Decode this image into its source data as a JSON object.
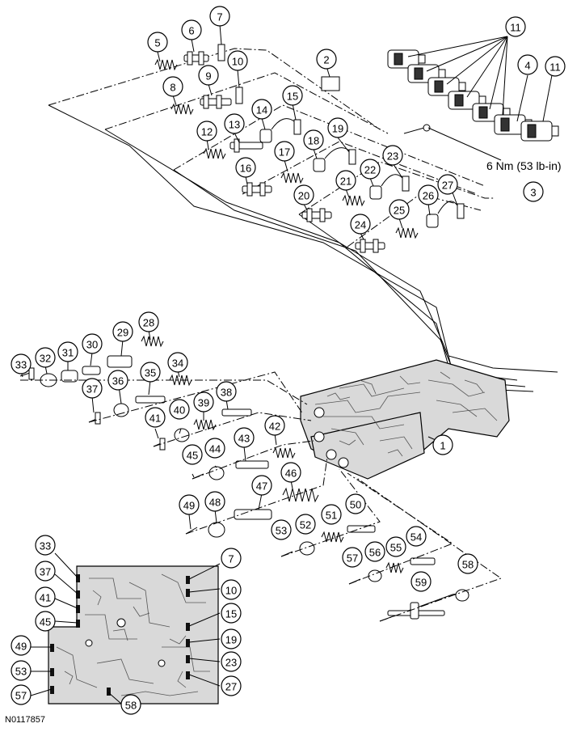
{
  "figure": {
    "reference_code": "N0117857",
    "torque_note": "6 Nm (53 lb-in)"
  },
  "callouts": [
    {
      "id": "c1",
      "label": "1"
    },
    {
      "id": "c2",
      "label": "2"
    },
    {
      "id": "c3",
      "label": "3"
    },
    {
      "id": "c4",
      "label": "4"
    },
    {
      "id": "c5",
      "label": "5"
    },
    {
      "id": "c6",
      "label": "6"
    },
    {
      "id": "c7",
      "label": "7"
    },
    {
      "id": "c8",
      "label": "8"
    },
    {
      "id": "c9",
      "label": "9"
    },
    {
      "id": "c10",
      "label": "10"
    },
    {
      "id": "c11a",
      "label": "11"
    },
    {
      "id": "c11b",
      "label": "11"
    },
    {
      "id": "c12",
      "label": "12"
    },
    {
      "id": "c13",
      "label": "13"
    },
    {
      "id": "c14",
      "label": "14"
    },
    {
      "id": "c15",
      "label": "15"
    },
    {
      "id": "c16",
      "label": "16"
    },
    {
      "id": "c17",
      "label": "17"
    },
    {
      "id": "c18",
      "label": "18"
    },
    {
      "id": "c19",
      "label": "19"
    },
    {
      "id": "c20",
      "label": "20"
    },
    {
      "id": "c21",
      "label": "21"
    },
    {
      "id": "c22",
      "label": "22"
    },
    {
      "id": "c23",
      "label": "23"
    },
    {
      "id": "c24",
      "label": "24"
    },
    {
      "id": "c25",
      "label": "25"
    },
    {
      "id": "c26",
      "label": "26"
    },
    {
      "id": "c27",
      "label": "27"
    },
    {
      "id": "c28",
      "label": "28"
    },
    {
      "id": "c29",
      "label": "29"
    },
    {
      "id": "c30",
      "label": "30"
    },
    {
      "id": "c31",
      "label": "31"
    },
    {
      "id": "c32",
      "label": "32"
    },
    {
      "id": "c33",
      "label": "33"
    },
    {
      "id": "c34",
      "label": "34"
    },
    {
      "id": "c35",
      "label": "35"
    },
    {
      "id": "c36",
      "label": "36"
    },
    {
      "id": "c37",
      "label": "37"
    },
    {
      "id": "c38",
      "label": "38"
    },
    {
      "id": "c39",
      "label": "39"
    },
    {
      "id": "c40",
      "label": "40"
    },
    {
      "id": "c41",
      "label": "41"
    },
    {
      "id": "c42",
      "label": "42"
    },
    {
      "id": "c43",
      "label": "43"
    },
    {
      "id": "c44",
      "label": "44"
    },
    {
      "id": "c45",
      "label": "45"
    },
    {
      "id": "c46",
      "label": "46"
    },
    {
      "id": "c47",
      "label": "47"
    },
    {
      "id": "c48",
      "label": "48"
    },
    {
      "id": "c49",
      "label": "49"
    },
    {
      "id": "c50",
      "label": "50"
    },
    {
      "id": "c51",
      "label": "51"
    },
    {
      "id": "c52",
      "label": "52"
    },
    {
      "id": "c53",
      "label": "53"
    },
    {
      "id": "c54",
      "label": "54"
    },
    {
      "id": "c55",
      "label": "55"
    },
    {
      "id": "c56",
      "label": "56"
    },
    {
      "id": "c57",
      "label": "57"
    },
    {
      "id": "c58",
      "label": "58"
    },
    {
      "id": "c59",
      "label": "59"
    },
    {
      "id": "d33",
      "label": "33"
    },
    {
      "id": "d37",
      "label": "37"
    },
    {
      "id": "d41",
      "label": "41"
    },
    {
      "id": "d45",
      "label": "45"
    },
    {
      "id": "d49",
      "label": "49"
    },
    {
      "id": "d53",
      "label": "53"
    },
    {
      "id": "d57",
      "label": "57"
    },
    {
      "id": "d58",
      "label": "58"
    },
    {
      "id": "d7",
      "label": "7"
    },
    {
      "id": "d10",
      "label": "10"
    },
    {
      "id": "d15",
      "label": "15"
    },
    {
      "id": "d19",
      "label": "19"
    },
    {
      "id": "d23",
      "label": "23"
    },
    {
      "id": "d27",
      "label": "27"
    }
  ]
}
